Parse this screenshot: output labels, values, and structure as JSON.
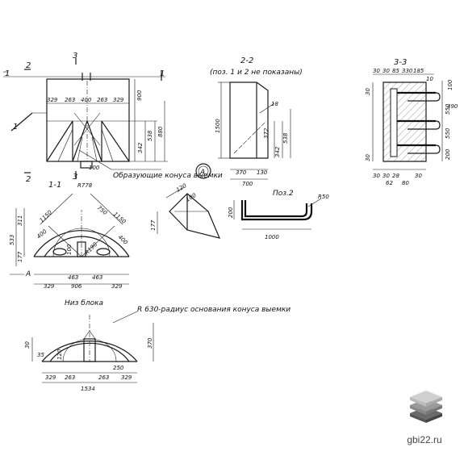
{
  "views": {
    "front": {
      "dims": [
        "329",
        "263",
        "400",
        "263",
        "329",
        "900",
        "100",
        "342",
        "538",
        "880"
      ],
      "cut_label_a": "1",
      "cut_label_b": "2",
      "cut_label_c": "3",
      "note": "Образующие конуса выемки"
    },
    "section_2_2": {
      "title": "2-2",
      "subtitle": "(поз. 1 и 2 не показаны)",
      "dims": [
        "1500",
        "372",
        "342",
        "538",
        "370",
        "700",
        "130",
        "18"
      ]
    },
    "section_3_3": {
      "title": "3-3",
      "dims_top": [
        "30",
        "30",
        "85",
        "330",
        "185",
        "10"
      ],
      "dims_side": [
        "100",
        "490",
        "550",
        "550",
        "200",
        "30",
        "30"
      ],
      "dims_bottom": [
        "30",
        "30",
        "28",
        "62",
        "80",
        "30"
      ]
    },
    "mark_a": "А",
    "section_1_1": {
      "title": "1-1",
      "dims": [
        "R778",
        "1150",
        "750",
        "1150",
        "400",
        "400",
        "311",
        "533",
        "177",
        "329",
        "906",
        "463",
        "463",
        "329",
        "R190",
        "100"
      ]
    },
    "detail_a": {
      "dims": [
        "120",
        "100",
        "177"
      ]
    },
    "pos2": {
      "title": "Поз.2",
      "dims": [
        "R50",
        "200",
        "1000"
      ]
    },
    "bottom_view": {
      "title": "Низ блока",
      "note": "R 630-радиус основания конуса выемки",
      "dims": [
        "30",
        "35",
        "120",
        "370",
        "329",
        "263",
        "263",
        "329",
        "250",
        "1534"
      ]
    },
    "brand": {
      "text": "gbi22.ru",
      "colors": [
        "#d0d0d0",
        "#9a9a9a",
        "#6a6a6a"
      ]
    }
  }
}
